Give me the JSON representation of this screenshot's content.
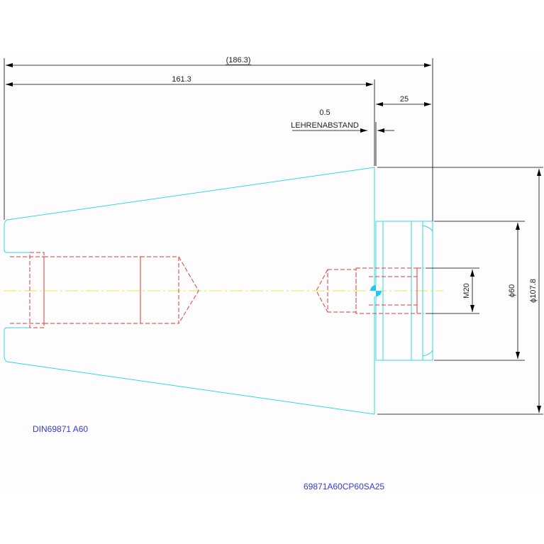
{
  "colors": {
    "background": "#ffffff",
    "outline": "#33d6e6",
    "hidden_lines": "#e23a3a",
    "centerline": "#e6e64a",
    "dimension": "#000000",
    "label_text": "#3a3ad0",
    "center_mark_fill": "#1ec8f0"
  },
  "dimensions": {
    "overall_length": "(186.3)",
    "taper_length": "161.3",
    "flange_length": "25",
    "gauge_gap_value": "0.5",
    "gauge_gap_label": "LEHRENABSTAND",
    "flange_diameter": "ϕ60",
    "thread": "M20",
    "gauge_diameter": "ϕ107.8"
  },
  "labels": {
    "standard": "DIN69871 A60",
    "part_number": "69871A60CP60SA25"
  }
}
